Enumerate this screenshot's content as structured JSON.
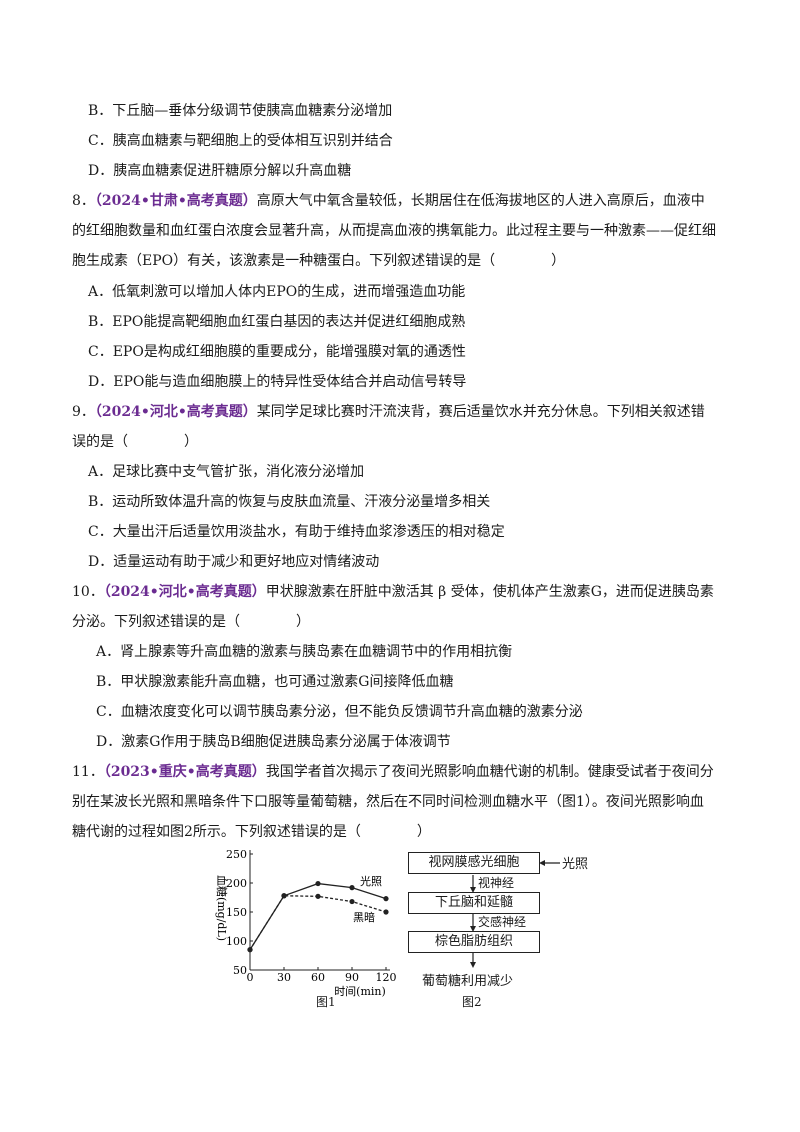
{
  "q7": {
    "optB": "B．下丘脑—垂体分级调节使胰高血糖素分泌增加",
    "optC": "C．胰高血糖素与靶细胞上的受体相互识别并结合",
    "optD": "D．胰高血糖素促进肝糖原分解以升高血糖"
  },
  "q8": {
    "num": "8．",
    "tag": "（2024•甘肃•高考真题）",
    "stem1": "高原大气中氧含量较低，长期居住在低海拔地区的人进入高原后，血液中",
    "stem2": "的红细胞数量和血红蛋白浓度会显著升高，从而提高血液的携氧能力。此过程主要与一种激素——促红细",
    "stem3": "胞生成素（EPO）有关，该激素是一种糖蛋白。下列叙述错误的是（　　　　）",
    "optA": "A．低氧刺激可以增加人体内EPO的生成，进而增强造血功能",
    "optB": "B．EPO能提高靶细胞血红蛋白基因的表达并促进红细胞成熟",
    "optC": "C．EPO是构成红细胞膜的重要成分，能增强膜对氧的通透性",
    "optD": "D．EPO能与造血细胞膜上的特异性受体结合并启动信号转导"
  },
  "q9": {
    "num": "9．",
    "tag": "（2024•河北•高考真题）",
    "stem1": "某同学足球比赛时汗流浃背，赛后适量饮水并充分休息。下列相关叙述错",
    "stem2": "误的是（　　　　）",
    "optA": "A．足球比赛中支气管扩张，消化液分泌增加",
    "optB": "B．运动所致体温升高的恢复与皮肤血流量、汗液分泌量增多相关",
    "optC": "C．大量出汗后适量饮用淡盐水，有助于维持血浆渗透压的相对稳定",
    "optD": "D．适量运动有助于减少和更好地应对情绪波动"
  },
  "q10": {
    "num": "10．",
    "tag": "（2024•河北•高考真题）",
    "stem1": "甲状腺激素在肝脏中激活其 β 受体，使机体产生激素G，进而促进胰岛素",
    "stem2": "分泌。下列叙述错误的是（　　　　）",
    "optA": "A．肾上腺素等升高血糖的激素与胰岛素在血糖调节中的作用相抗衡",
    "optB": "B．甲状腺激素能升高血糖，也可通过激素G间接降低血糖",
    "optC": "C．血糖浓度变化可以调节胰岛素分泌，但不能负反馈调节升高血糖的激素分泌",
    "optD": "D．激素G作用于胰岛B细胞促进胰岛素分泌属于体液调节"
  },
  "q11": {
    "num": "11．",
    "tag": "（2023•重庆•高考真题）",
    "stem1": "我国学者首次揭示了夜间光照影响血糖代谢的机制。健康受试者于夜间分",
    "stem2": "别在某波长光照和黑暗条件下口服等量葡萄糖，然后在不同时间检测血糖水平（图1）。夜间光照影响血",
    "stem3": "糖代谢的过程如图2所示。下列叙述错误的是（　　　　）"
  },
  "fig1": {
    "caption": "图1",
    "xlabel": "时间(min)",
    "ylabel": "血糖(mg/dL)",
    "series_light": "光照",
    "series_dark": "黑暗",
    "x_ticks": [
      "0",
      "30",
      "60",
      "90",
      "120"
    ],
    "y_ticks": [
      "50",
      "100",
      "150",
      "200",
      "250"
    ]
  },
  "fig2": {
    "caption": "图2",
    "input": "光照",
    "box1": "视网膜感光细胞",
    "link1": "视神经",
    "box2": "下丘脑和延髓",
    "link2": "交感神经",
    "box3": "棕色脂肪组织",
    "result": "葡萄糖利用减少"
  },
  "chart_data": {
    "type": "line",
    "xlabel": "时间(min)",
    "ylabel": "血糖(mg/dL)",
    "xlim": [
      0,
      120
    ],
    "ylim": [
      50,
      250
    ],
    "x": [
      0,
      30,
      60,
      90,
      120
    ],
    "series": [
      {
        "name": "光照",
        "style": "solid",
        "values": [
          85,
          178,
          199,
          192,
          173
        ]
      },
      {
        "name": "黑暗",
        "style": "dashed",
        "values": [
          85,
          178,
          177,
          168,
          150
        ]
      }
    ],
    "legend": "inline labels at right"
  }
}
